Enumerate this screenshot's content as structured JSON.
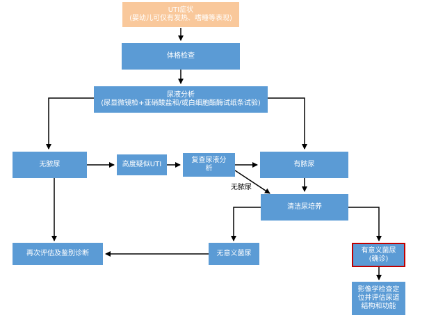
{
  "nodes": {
    "uti_symptoms": {
      "line1": "UTI症状",
      "line2": "(婴幼儿可仅有发热、嗜睡等表现)"
    },
    "physical_exam": {
      "label": "体格检查"
    },
    "urinalysis": {
      "line1": "尿液分析",
      "line2": "(尿显微镜检+亚硝酸盐和/或白细胞酯酶试纸条试验)"
    },
    "no_pyuria": {
      "label": "无脓尿"
    },
    "high_suspicion": {
      "label": "高度疑似UTI"
    },
    "repeat_urinalysis": {
      "line1": "复查尿液分",
      "line2": "析"
    },
    "pyuria": {
      "label": "有脓尿"
    },
    "clean_culture": {
      "label": "清洁尿培养"
    },
    "reevaluate": {
      "label": "再次评估及鉴别诊断"
    },
    "insignificant_bacteriuria": {
      "label": "无意义菌尿"
    },
    "significant_bacteriuria": {
      "line1": "有意义菌尿",
      "line2": "(确诊)"
    },
    "imaging": {
      "line1": "影像学检查定",
      "line2": "位并评估尿道",
      "line3": "结构和功能"
    }
  },
  "edge_labels": {
    "no_pyuria_label": "无脓尿"
  },
  "colors": {
    "box_fill": "#5b9bd5",
    "start_fill": "#f9c89b",
    "confirm_border": "#c00000",
    "arrow": "#000000"
  }
}
